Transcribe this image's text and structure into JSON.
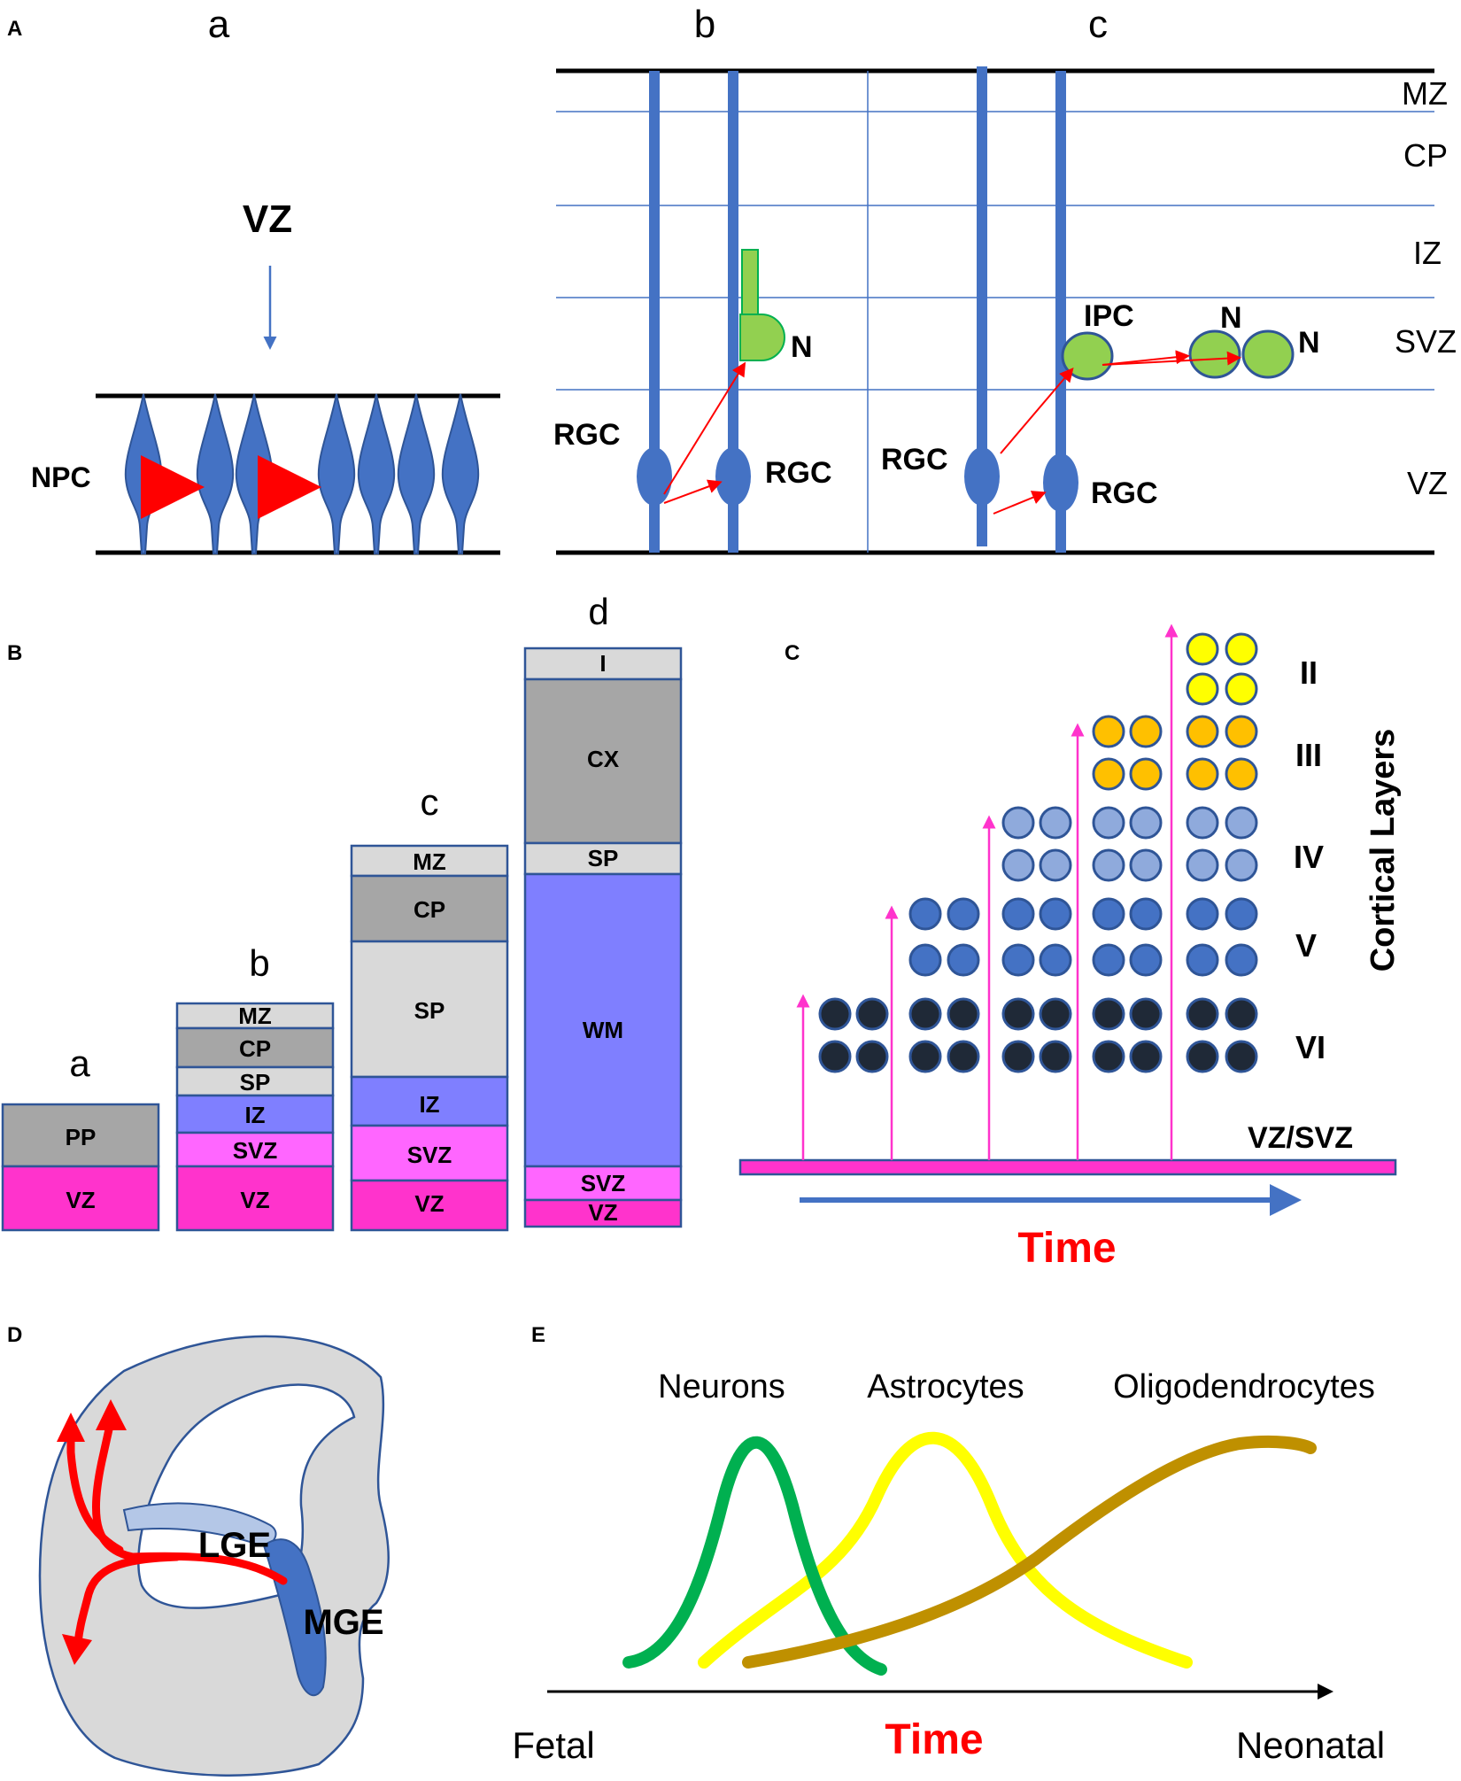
{
  "panels": {
    "A": {
      "label": "A",
      "sub_a": "a",
      "sub_b": "b",
      "sub_c": "c",
      "vz_top": "VZ",
      "npc": "NPC",
      "layers": [
        "MZ",
        "CP",
        "IZ",
        "SVZ",
        "VZ"
      ],
      "rgc": "RGC",
      "n": "N",
      "ipc": "IPC"
    },
    "B": {
      "label": "B",
      "columns": [
        {
          "letter": "a",
          "layers": [
            "PP",
            "VZ"
          ]
        },
        {
          "letter": "b",
          "layers": [
            "MZ",
            "CP",
            "SP",
            "IZ",
            "SVZ",
            "VZ"
          ]
        },
        {
          "letter": "c",
          "layers": [
            "MZ",
            "CP",
            "SP",
            "IZ",
            "SVZ",
            "VZ"
          ]
        },
        {
          "letter": "d",
          "layers": [
            "I",
            "CX",
            "SP",
            "WM",
            "SVZ",
            "VZ"
          ]
        }
      ]
    },
    "C": {
      "label": "C",
      "layers": [
        "II",
        "III",
        "IV",
        "V",
        "VI"
      ],
      "axis_title": "Cortical Layers",
      "base": "VZ/SVZ",
      "time": "Time"
    },
    "D": {
      "label": "D",
      "lge": "LGE",
      "mge": "MGE"
    },
    "E": {
      "label": "E",
      "curves": [
        "Neurons",
        "Astrocytes",
        "Oligodendrocytes"
      ],
      "x_start": "Fetal",
      "x_end": "Neonatal",
      "time": "Time"
    }
  },
  "colors": {
    "rgc_blue": "#4472c4",
    "green_cell": "#92d050",
    "arrow_red": "#ff0000",
    "magenta": "#ff33cc",
    "vz_pink": "#ff33cc",
    "svz_pink": "#ff66ff",
    "iz_blue": "#7f7fff",
    "gray_dark": "#a6a6a6",
    "gray_light": "#d9d9d9",
    "layer_yellow": "#ffff00",
    "layer_orange": "#ffc000",
    "layer_lightblue": "#8faadc",
    "layer_blue": "#4472c4",
    "layer_dark": "#1f2937",
    "neurons_green": "#00b050",
    "astro_yellow": "#ffff00",
    "oligo_brown": "#bf9000"
  }
}
